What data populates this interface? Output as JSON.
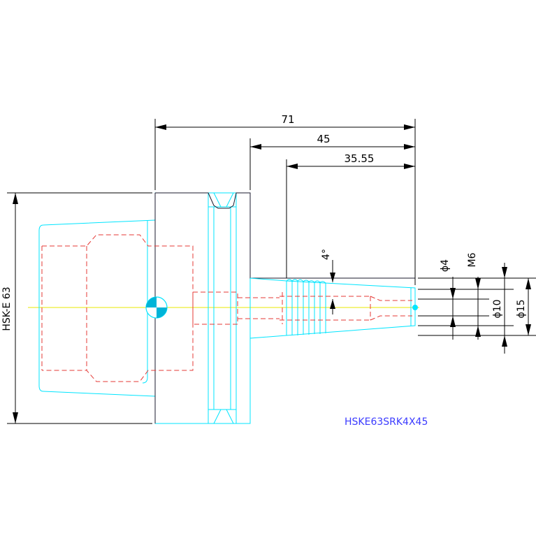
{
  "dimensions": {
    "length_total": "71",
    "length_shank": "45",
    "length_taper": "35.55",
    "taper_angle": "4°",
    "dia_bore": "ϕ4",
    "thread": "M6",
    "dia_inner": "ϕ10",
    "dia_outer": "ϕ15",
    "interface": "HSK-E 63"
  },
  "part_number": "HSKE63SRK4X45",
  "colors": {
    "outline": "#00e5ff",
    "hidden": "#e53935",
    "centerline": "#e8e800",
    "dimension": "#000000",
    "part_label": "#3b3bff"
  }
}
